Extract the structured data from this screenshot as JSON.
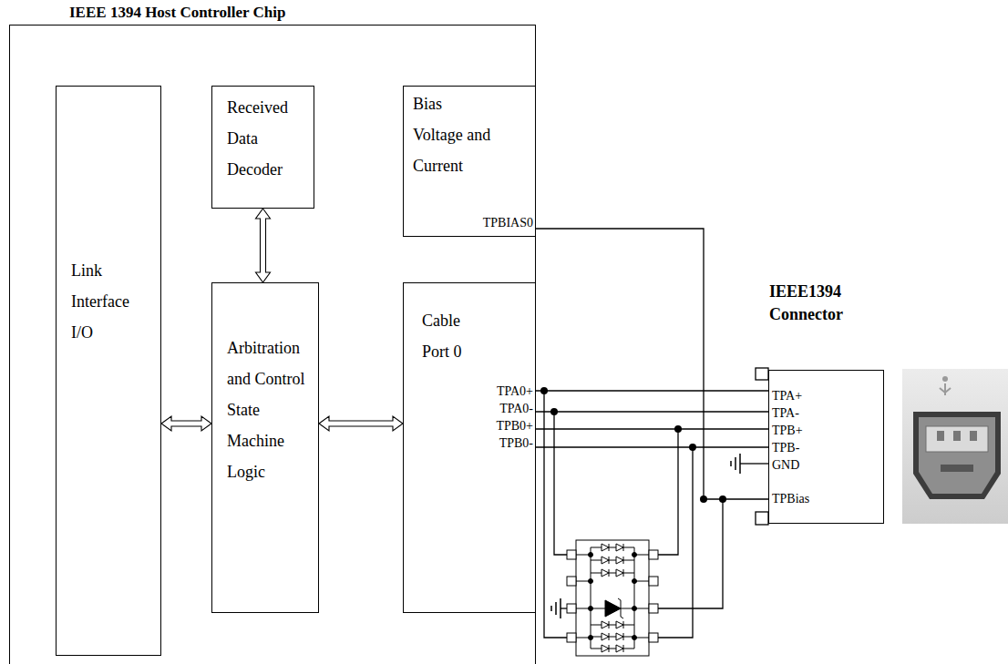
{
  "diagram": {
    "nodes": [
      {
        "text": [
          "IEEE 1394 Host Controller Chip"
        ]
      },
      {
        "text": [
          "Link Interface I/O"
        ],
        "in": 0
      },
      {
        "text": [
          "Received Data Decoder"
        ],
        "in": 0
      },
      {
        "text": [
          "Bias Voltage and Current"
        ],
        "in": 0
      },
      {
        "text": [
          "Arbitration and Control State Machine Logic"
        ],
        "in": 0
      },
      {
        "text": [
          "Cable Port 0"
        ],
        "in": 0
      },
      {
        "text": [
          "IEEE1394 Connector"
        ]
      }
    ],
    "edges": [
      {
        "from": 1,
        "to": 4,
        "arrow": "both"
      },
      {
        "from": 2,
        "to": 4,
        "arrow": "both"
      },
      {
        "from": 4,
        "to": 5,
        "arrow": "both"
      },
      {
        "from": 5,
        "to": 6,
        "arrow": "none"
      },
      {
        "from": 5,
        "to": 6,
        "arrow": "none"
      },
      {
        "from": 5,
        "to": 6,
        "arrow": "none"
      },
      {
        "from": 5,
        "to": 6,
        "arrow": "none"
      },
      {
        "from": 3,
        "to": 6,
        "arrow": "none"
      }
    ],
    "labels": [
      "TPBIAS0",
      "TPA0+",
      "TPA0-",
      "TPB0+",
      "TPB0-",
      "TPA+",
      "TPA-",
      "TPB+",
      "TPB-",
      "GND",
      "TPBias"
    ]
  }
}
